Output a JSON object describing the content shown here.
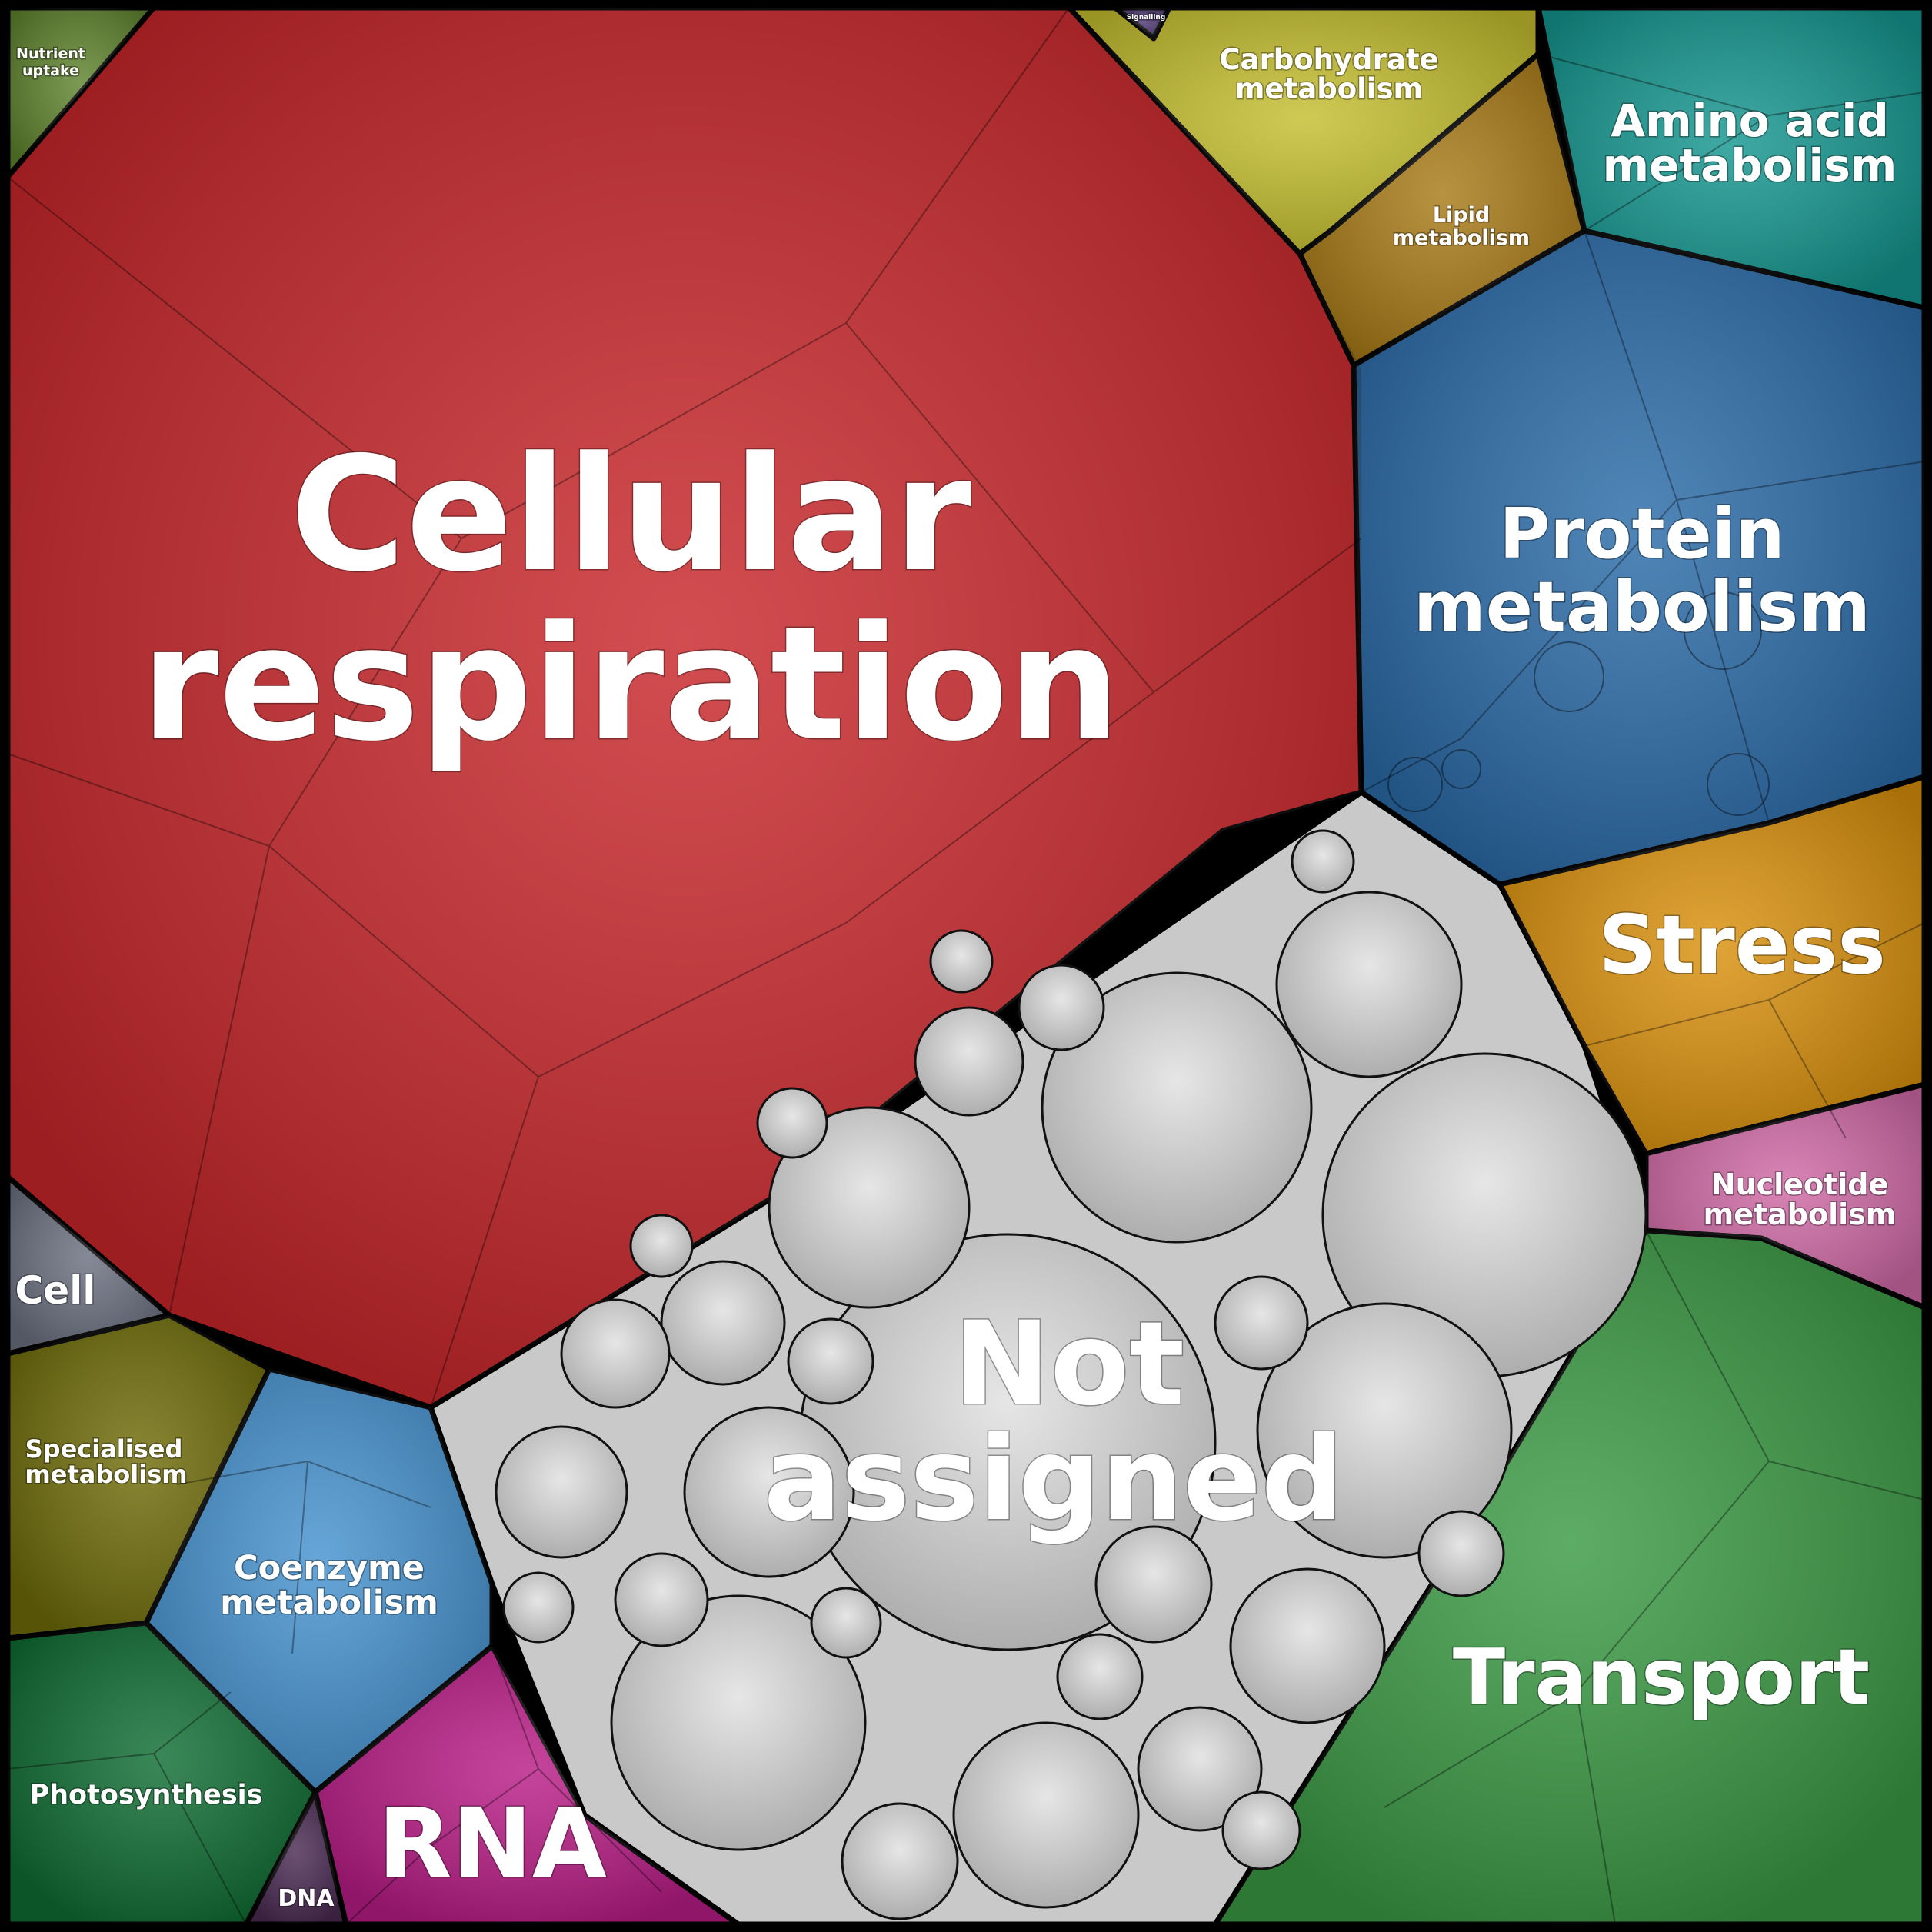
{
  "regions": [
    {
      "key": "cellular-respiration",
      "label": [
        "Cellular",
        "respiration"
      ],
      "color": "#c8262a"
    },
    {
      "key": "not-assigned",
      "label": [
        "Not",
        "assigned"
      ],
      "color": "#c9c9c9"
    },
    {
      "key": "protein-metabolism",
      "label": [
        "Protein",
        "metabolism"
      ],
      "color": "#2a6ba8"
    },
    {
      "key": "amino-acid-metabolism",
      "label": [
        "Amino acid",
        "metabolism"
      ],
      "color": "#15968f"
    },
    {
      "key": "carbohydrate-metabolism",
      "label": [
        "Carbohydrate",
        "metabolism"
      ],
      "color": "#c4be2e"
    },
    {
      "key": "lipid-metabolism",
      "label": [
        "Lipid",
        "metabolism"
      ],
      "color": "#a87a16"
    },
    {
      "key": "stress",
      "label": [
        "Stress"
      ],
      "color": "#d9900c"
    },
    {
      "key": "nucleotide-metabolism",
      "label": [
        "Nucleotide",
        "metabolism"
      ],
      "color": "#d06aa6"
    },
    {
      "key": "transport",
      "label": [
        "Transport"
      ],
      "color": "#3a9a44"
    },
    {
      "key": "rna",
      "label": [
        "RNA"
      ],
      "color": "#b91c86"
    },
    {
      "key": "dna",
      "label": [
        "DNA"
      ],
      "color": "#4a2a52"
    },
    {
      "key": "photosynthesis",
      "label": [
        "Photosynthesis"
      ],
      "color": "#0f6d33"
    },
    {
      "key": "coenzyme-metabolism",
      "label": [
        "Coenzyme",
        "metabolism"
      ],
      "color": "#4592cf"
    },
    {
      "key": "specialised-metabolism",
      "label": [
        "Specialised",
        "metabolism"
      ],
      "color": "#6f6c09"
    },
    {
      "key": "cell",
      "label": [
        "Cell"
      ],
      "color": "#6b7080"
    },
    {
      "key": "nutrient-uptake",
      "label": [
        "Nutrient",
        "uptake"
      ],
      "color": "#7aa83a"
    },
    {
      "key": "signalling",
      "label": [
        "Signalling"
      ],
      "color": "#5a3f8a"
    }
  ]
}
